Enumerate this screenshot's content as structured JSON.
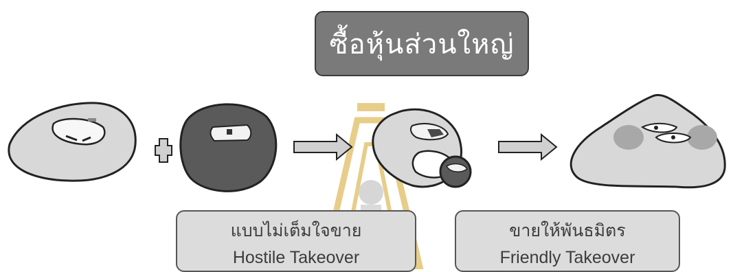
{
  "title": "ซื้อหุ้นส่วนใหญ่",
  "hostile": {
    "thai": "แบบไม่เต็มใจขาย",
    "english": "Hostile Takeover"
  },
  "friendly": {
    "thai": "ขายให้พันธมิตร",
    "english": "Friendly Takeover"
  },
  "colors": {
    "title_bg": "#7a7a7a",
    "dark_blob": "#5a5a5a",
    "light_blob": "#d8d8d8",
    "watermark": "#c9a227"
  },
  "icons": [
    "plus-icon",
    "arrow-right-icon",
    "arrow-right-icon"
  ]
}
